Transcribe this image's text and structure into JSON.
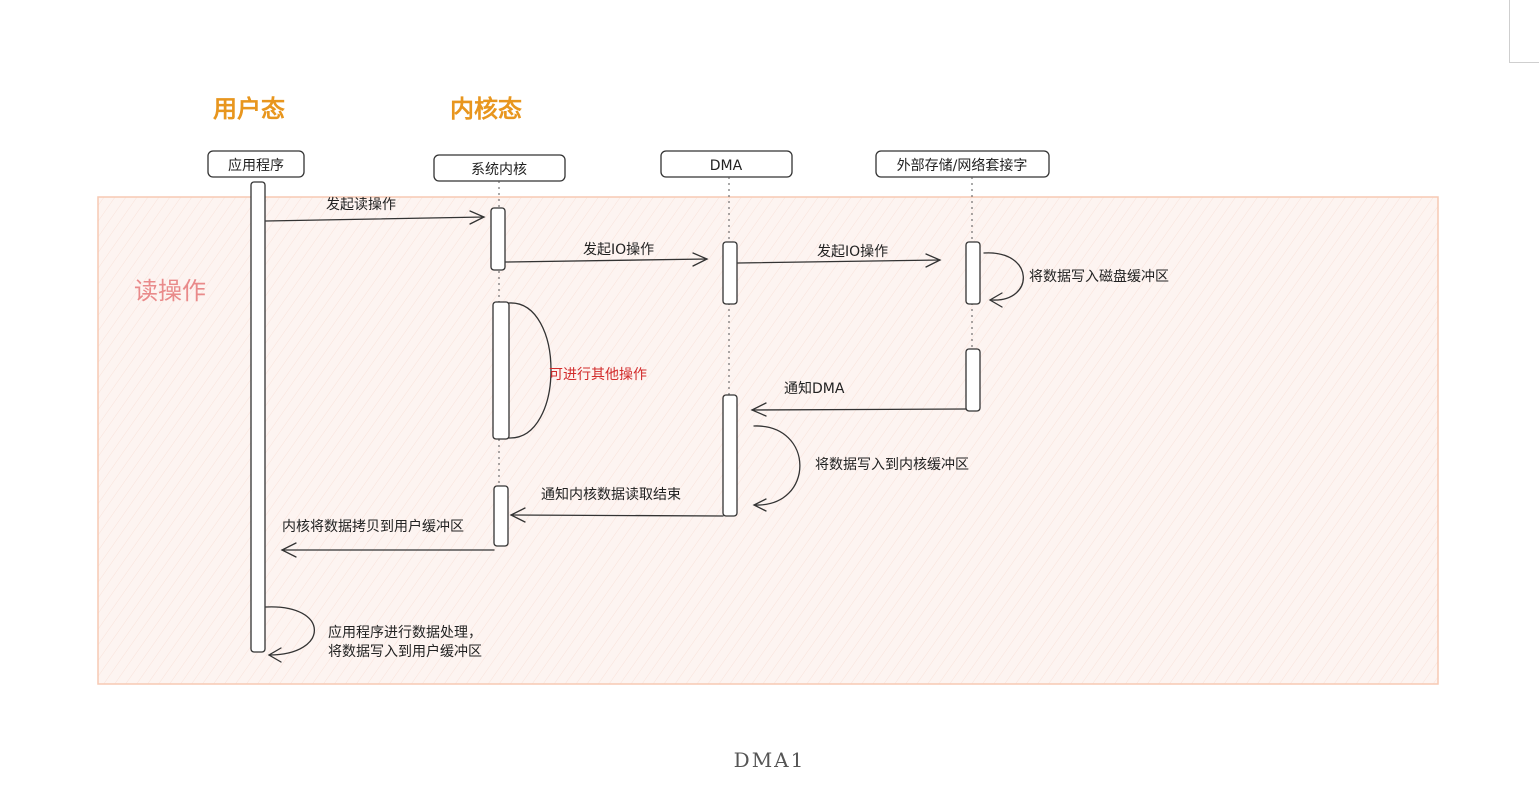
{
  "zones": {
    "user": "用户态",
    "kernel": "内核态"
  },
  "region_label": "读操作",
  "participants": [
    {
      "id": "app",
      "label": "应用程序"
    },
    {
      "id": "kernel",
      "label": "系统内核"
    },
    {
      "id": "dma",
      "label": "DMA"
    },
    {
      "id": "ext",
      "label": "外部存储/网络套接字"
    }
  ],
  "messages": [
    {
      "id": "m1",
      "text": "发起读操作"
    },
    {
      "id": "m2",
      "text": "发起IO操作"
    },
    {
      "id": "m3",
      "text": "发起IO操作"
    },
    {
      "id": "m4",
      "text": "将数据写入磁盘缓冲区"
    },
    {
      "id": "m5",
      "text": "可进行其他操作"
    },
    {
      "id": "m6",
      "text": "通知DMA"
    },
    {
      "id": "m7",
      "text": "将数据写入到内核缓冲区"
    },
    {
      "id": "m8",
      "text": "通知内核数据读取结束"
    },
    {
      "id": "m9",
      "text": "内核将数据拷贝到用户缓冲区"
    },
    {
      "id": "m10a",
      "text": "应用程序进行数据处理，"
    },
    {
      "id": "m10b",
      "text": "将数据写入到用户缓冲区"
    }
  ],
  "colors": {
    "zone_label": "#e8961e",
    "region_label": "#e98a8a",
    "region_fill": "#fdf3f0",
    "region_border": "#f7c9b3",
    "highlight_text": "#d22b2b"
  },
  "caption": "DMA1"
}
